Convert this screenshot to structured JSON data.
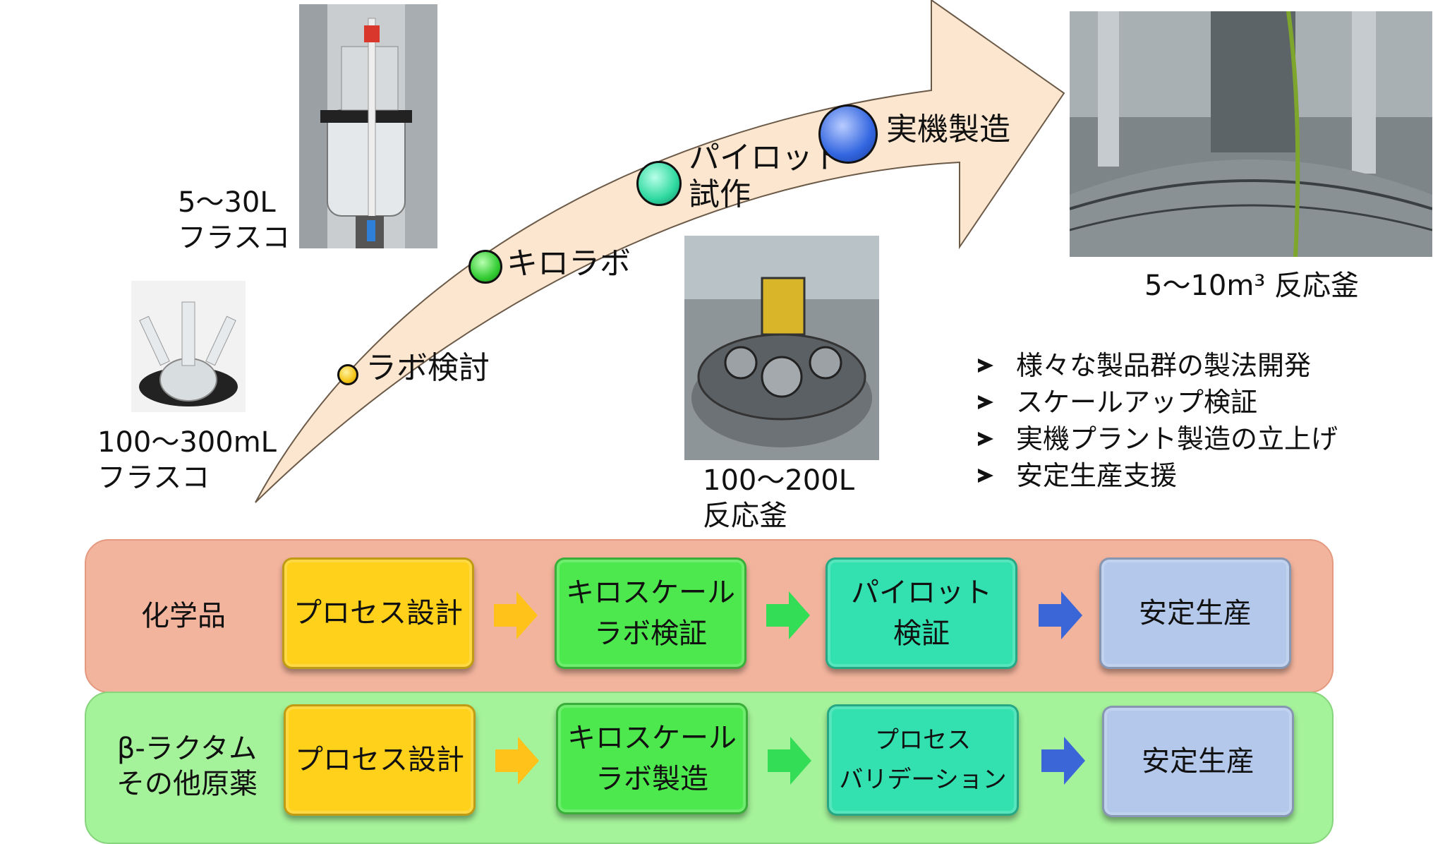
{
  "scale_labels": {
    "flask_small_volume": "100～300mL",
    "flask_small_type": "フラスコ",
    "flask_large_volume": "5～30L",
    "flask_large_type": "フラスコ",
    "reactor_mid_volume": "100～200L",
    "reactor_mid_type": "反応釜",
    "reactor_large": "5～10m³ 反応釜"
  },
  "stages": [
    {
      "label": "ラボ検討",
      "color": "#f5c518"
    },
    {
      "label": "キロラボ",
      "color": "#33cc33"
    },
    {
      "label": "パイロット",
      "label2": "試作",
      "color": "#2fd9a0"
    },
    {
      "label": "実機製造",
      "color": "#3366e0"
    }
  ],
  "bullets": [
    "様々な製品群の製法開発",
    "スケールアップ検証",
    "実機プラント製造の立上げ",
    "安定生産支援"
  ],
  "rows": [
    {
      "label": "化学品",
      "steps": [
        {
          "l1": "プロセス設計",
          "l2": ""
        },
        {
          "l1": "キロスケール",
          "l2": "ラボ検証"
        },
        {
          "l1": "パイロット",
          "l2": "検証"
        },
        {
          "l1": "安定生産",
          "l2": ""
        }
      ]
    },
    {
      "label_l1": "β-ラクタム",
      "label_l2": "その他原薬",
      "steps": [
        {
          "l1": "プロセス設計",
          "l2": ""
        },
        {
          "l1": "キロスケール",
          "l2": "ラボ製造"
        },
        {
          "l1": "プロセス",
          "l2": "バリデーション"
        },
        {
          "l1": "安定生産",
          "l2": ""
        }
      ]
    }
  ],
  "colors": {
    "big_arrow_fill": "#fde6cf",
    "row1_band": "#f3b49d",
    "row2_band": "#a4f29a",
    "step_design": "#ffd11a",
    "step_kilo": "#4de84d",
    "step_pilot": "#33e0b0",
    "step_stable": "#b4c8ec",
    "arrow_design": "#ffc21a",
    "arrow_kilo": "#33dd55",
    "arrow_pilot": "#3a66d8"
  }
}
